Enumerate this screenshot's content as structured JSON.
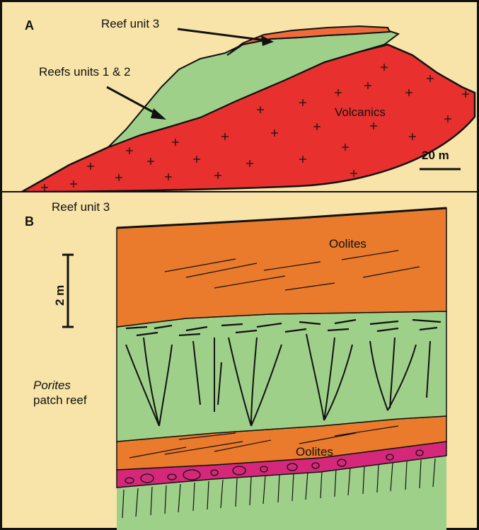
{
  "panel_a": {
    "letter": "A",
    "labels": {
      "reef_unit_3": "Reef unit 3",
      "reefs_units_1_2": "Reefs  units 1 & 2",
      "volcanics": "Volcanics",
      "scale": "20 m"
    }
  },
  "panel_b": {
    "letter": "B",
    "labels": {
      "reef_unit_3": "Reef unit 3",
      "oolites_top": "Oolites",
      "oolites_bottom": "Oolites",
      "scale": "2 m",
      "porites": "Porites",
      "patch_reef": "patch reef"
    }
  },
  "colors": {
    "background": "#f8e4a8",
    "volcanics": "#e8312f",
    "reef_green": "#9fd08a",
    "reef_unit_3": "#ef6a3c",
    "oolites": "#ea7a2c",
    "conglomerate": "#d6287a",
    "outline": "#111111"
  }
}
